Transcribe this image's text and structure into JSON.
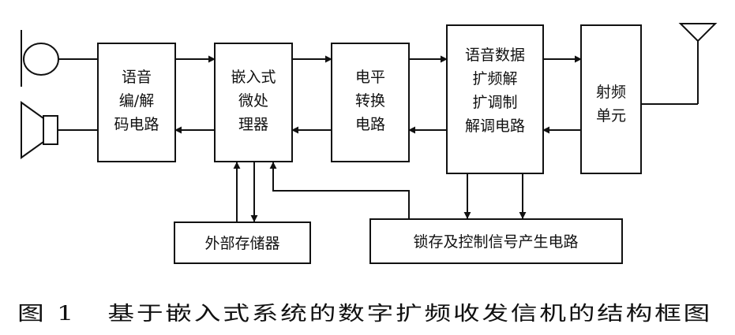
{
  "boxes": {
    "codec": [
      "语音",
      "编/解",
      "码电路"
    ],
    "mcu": [
      "嵌入式",
      "微处",
      "理器"
    ],
    "level": [
      "电平",
      "转换",
      "电路"
    ],
    "spread": [
      "语音数据",
      "扩频解",
      "扩调制",
      "解调电路"
    ],
    "rf": [
      "射频",
      "单元"
    ],
    "memory": [
      "外部存储器"
    ],
    "latch": [
      "锁存及控制信号产生电路"
    ]
  },
  "caption": "图 1   基于嵌入式系统的数字扩频收发信机的结构框图",
  "icons": {
    "microphone": "microphone-icon",
    "speaker": "speaker-icon",
    "antenna": "antenna-icon"
  }
}
